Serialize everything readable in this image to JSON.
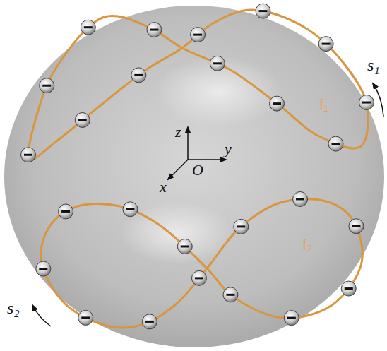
{
  "diagram": {
    "labels": [
      "z",
      "y",
      "x",
      "O",
      "f₁",
      "f₂",
      "s₁",
      "s₂"
    ]
  }
}
